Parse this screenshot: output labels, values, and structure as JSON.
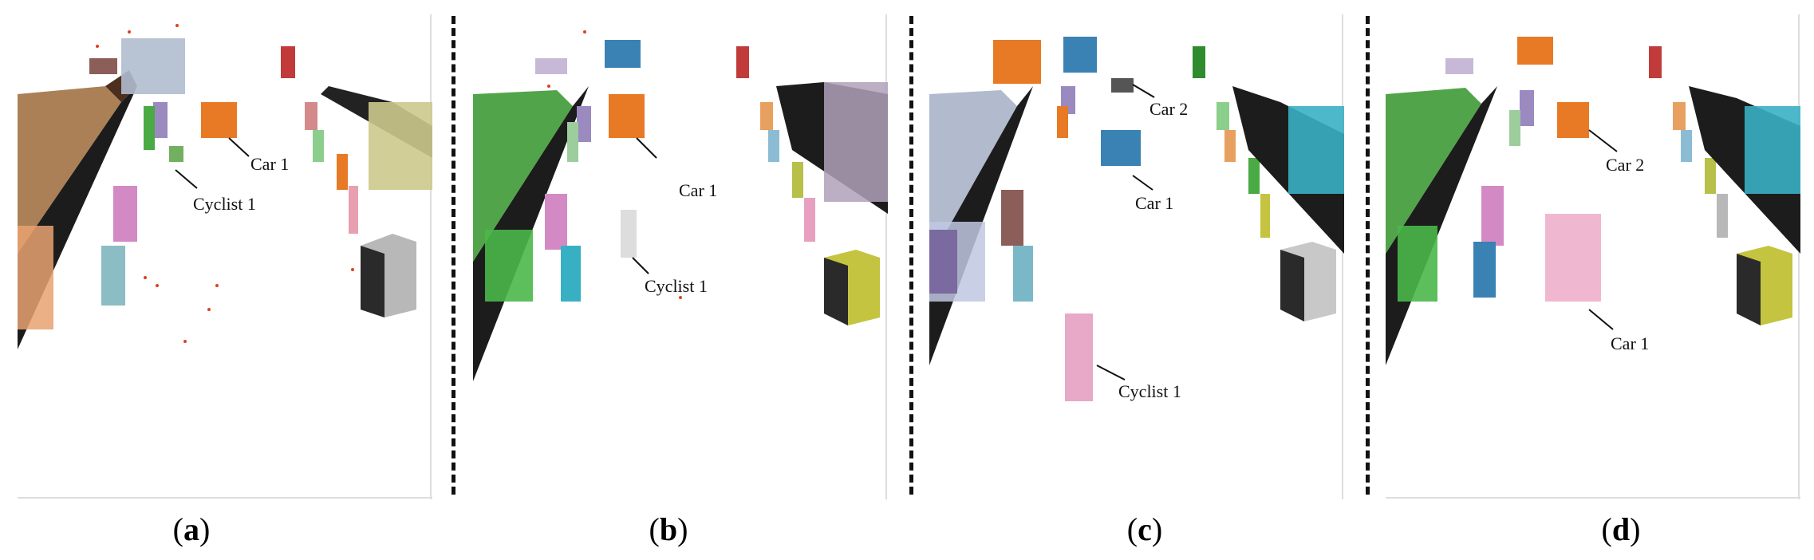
{
  "panels": [
    {
      "id": "a",
      "caption_open": "(",
      "caption_letter": "a",
      "caption_close": ")",
      "labels": [
        "Car 1",
        "Cyclist 1"
      ]
    },
    {
      "id": "b",
      "caption_open": "(",
      "caption_letter": "b",
      "caption_close": ")",
      "labels": [
        "Car 1",
        "Cyclist 1"
      ]
    },
    {
      "id": "c",
      "caption_open": "(",
      "caption_letter": "c",
      "caption_close": ")",
      "labels": [
        "Car 2",
        "Car 1",
        "Cyclist 1"
      ]
    },
    {
      "id": "d",
      "caption_open": "(",
      "caption_letter": "d",
      "caption_close": ")",
      "labels": [
        "Car 2",
        "Car 1"
      ]
    }
  ],
  "colors": {
    "separator": "#111111",
    "background": "#ffffff"
  }
}
